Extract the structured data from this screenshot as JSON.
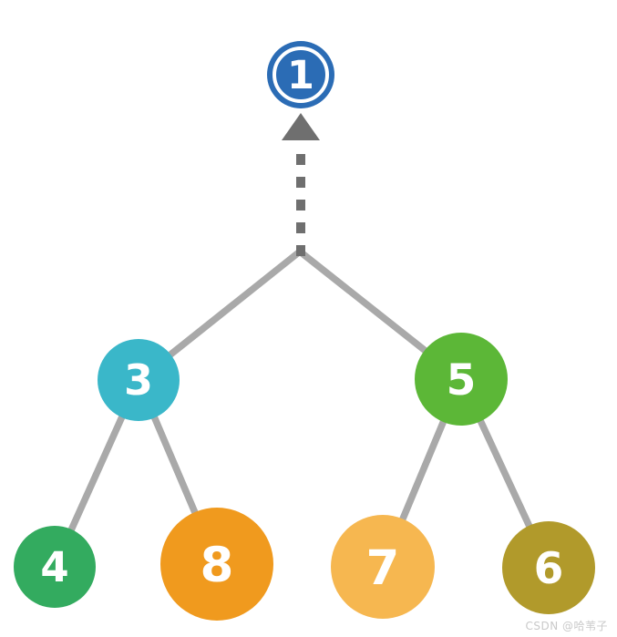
{
  "diagram": {
    "type": "binary-tree-pop",
    "description_visible_elements": "tree with dashed arrow popping top value out of root"
  },
  "nodes": [
    {
      "id": "popped-root",
      "label": "1",
      "color": "#2b6cb5"
    },
    {
      "id": "left-child",
      "label": "3",
      "color": "#3ab7c9"
    },
    {
      "id": "right-child",
      "label": "5",
      "color": "#5cb737"
    },
    {
      "id": "leaf-far-left",
      "label": "4",
      "color": "#33ab5f"
    },
    {
      "id": "leaf-mid-left",
      "label": "8",
      "color": "#f09a1e"
    },
    {
      "id": "leaf-mid-right",
      "label": "7",
      "color": "#f6b750"
    },
    {
      "id": "leaf-far-right",
      "label": "6",
      "color": "#b19a2b"
    }
  ],
  "edges": [
    {
      "from": "apex",
      "to": "left-child"
    },
    {
      "from": "apex",
      "to": "right-child"
    },
    {
      "from": "left-child",
      "to": "leaf-far-left"
    },
    {
      "from": "left-child",
      "to": "leaf-mid-left"
    },
    {
      "from": "right-child",
      "to": "leaf-mid-right"
    },
    {
      "from": "right-child",
      "to": "leaf-far-right"
    }
  ],
  "style": {
    "edge_color": "#a9a9a9",
    "arrow_color": "#6f6f6f",
    "node_text_color": "#ffffff",
    "ring_color": "#ffffff",
    "background": "#ffffff"
  },
  "watermark": {
    "text": "CSDN @哈苇子",
    "color": "#c9c9c9"
  }
}
